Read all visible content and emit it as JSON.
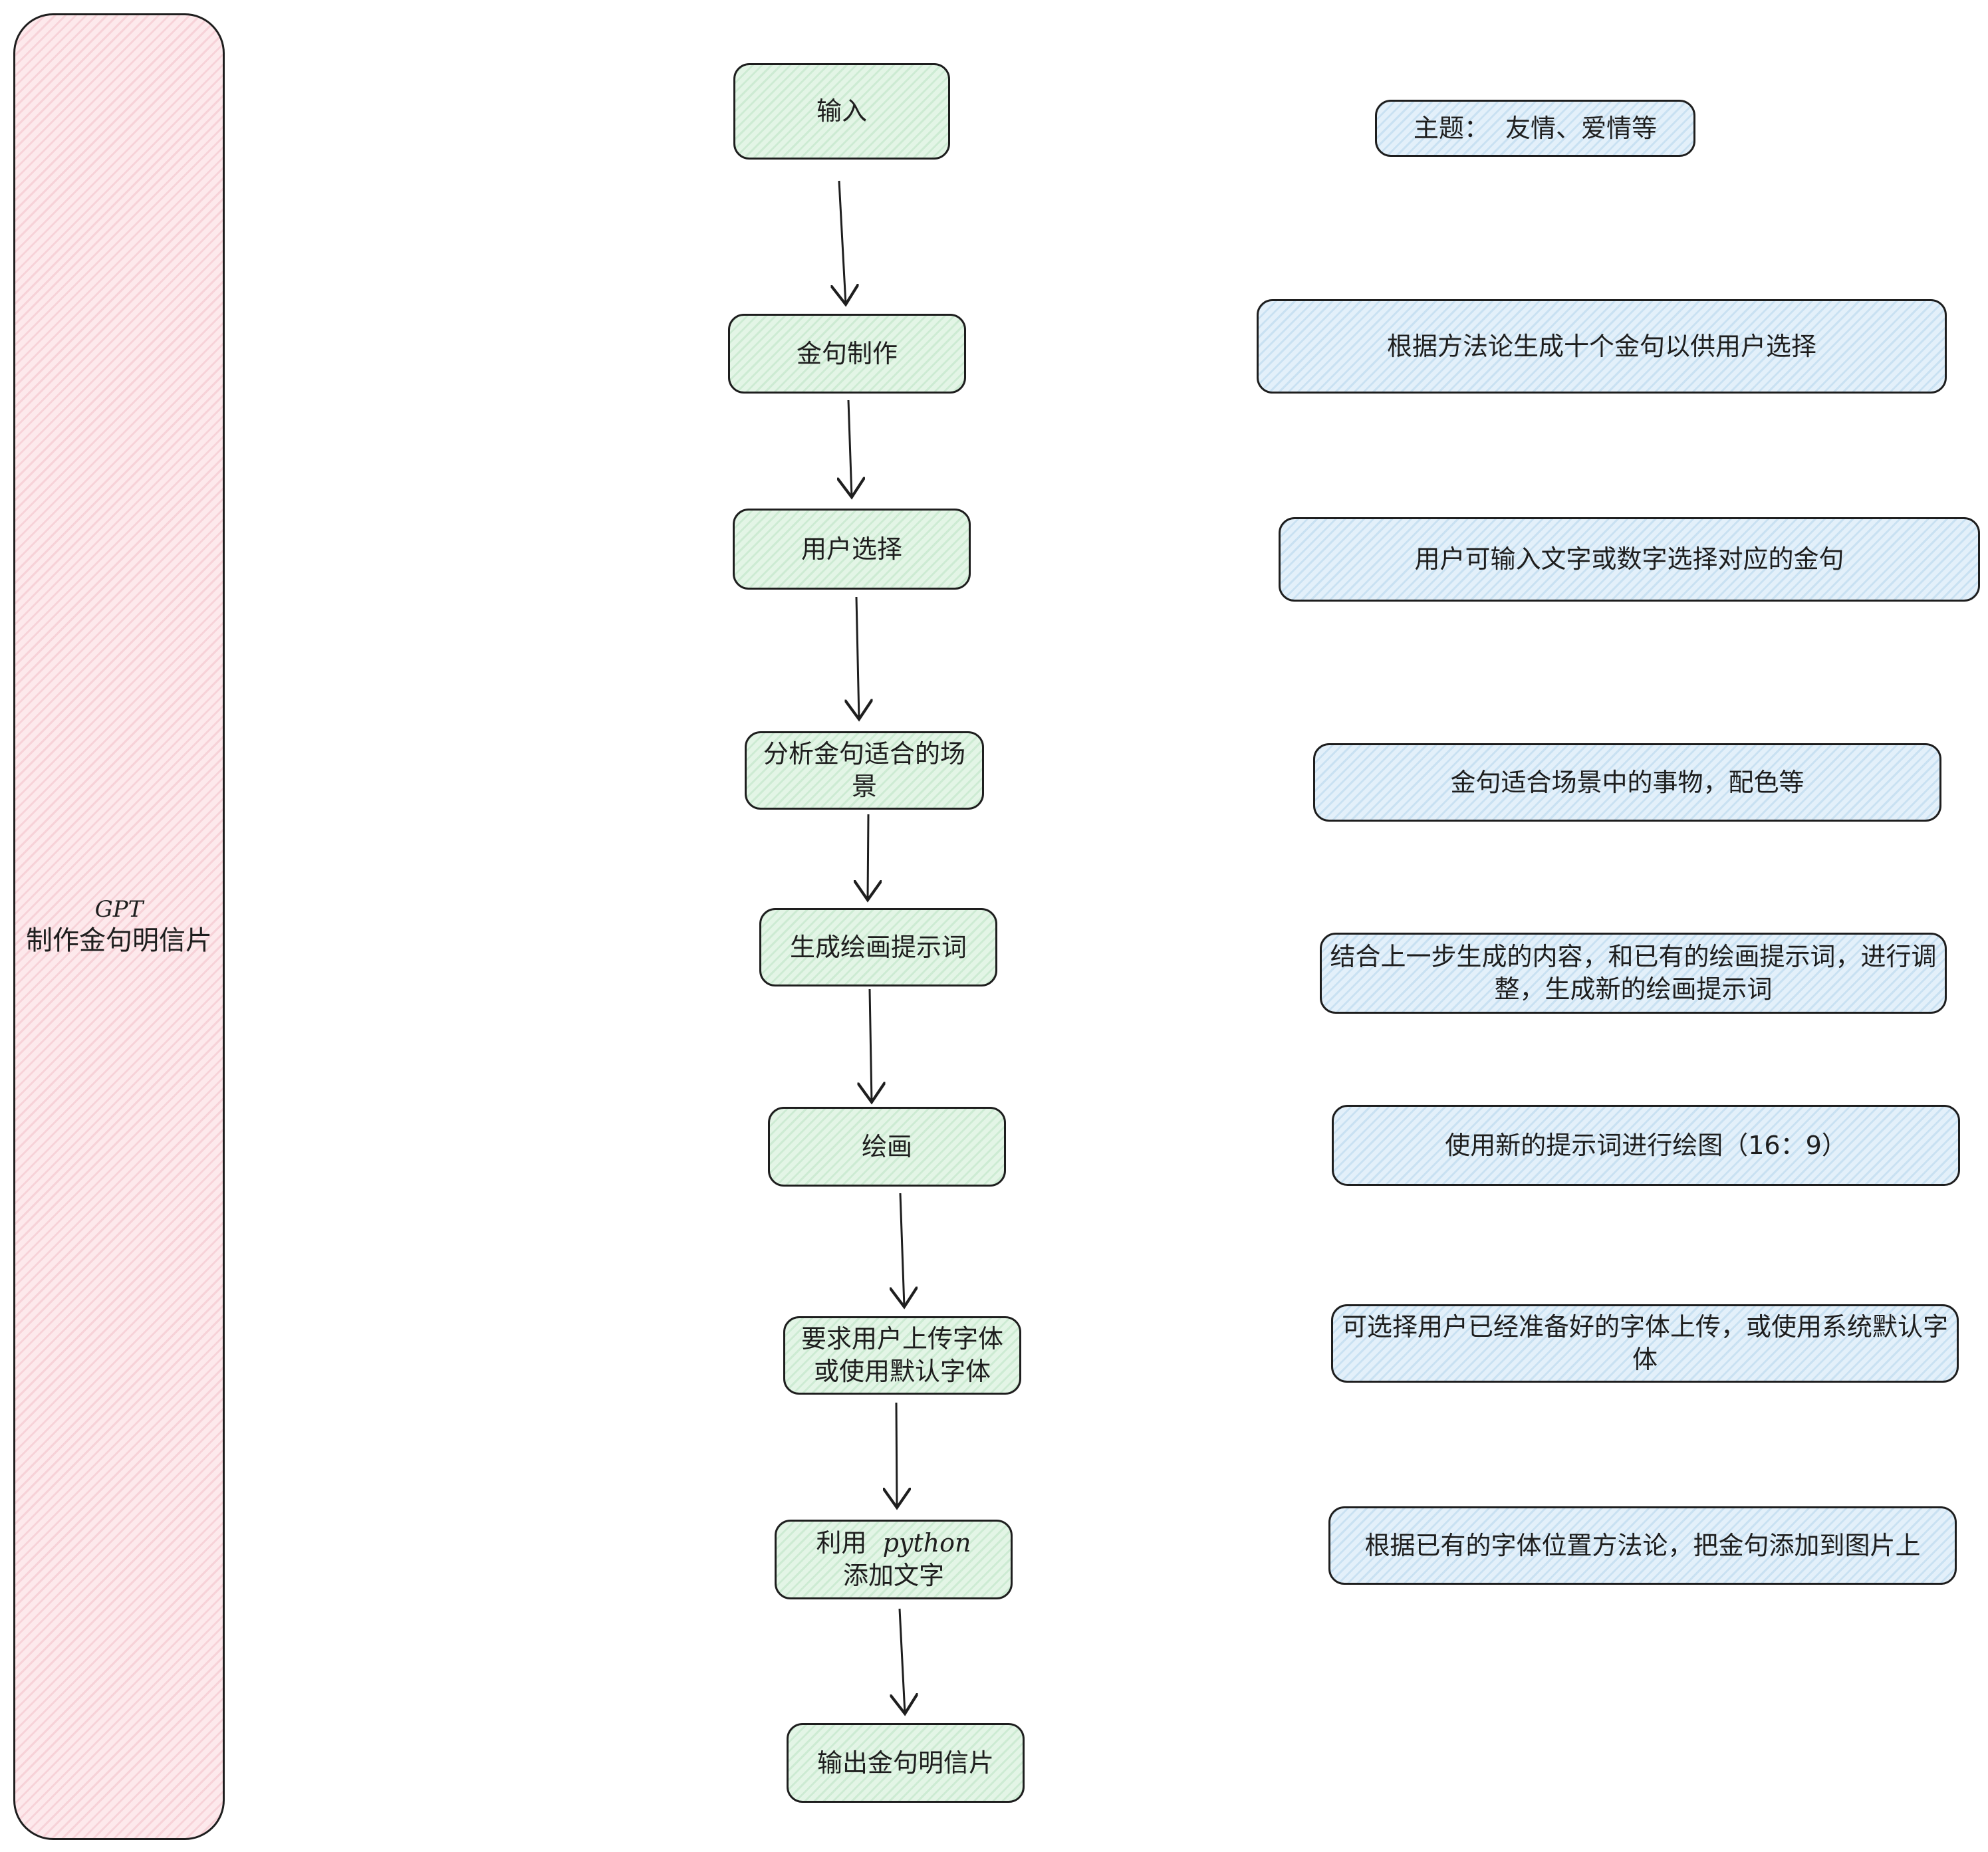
{
  "swimlane": {
    "line1": "GPT",
    "line2": "制作金句明信片",
    "fill": "#fde9ec"
  },
  "steps": [
    {
      "label": "输入"
    },
    {
      "label": "金句制作"
    },
    {
      "label": "用户选择"
    },
    {
      "label": "分析金句适合的场景"
    },
    {
      "label": "生成绘画提示词"
    },
    {
      "label": "绘画"
    },
    {
      "label": "要求用户上传字体或使用默认字体"
    },
    {
      "prefix": "利用",
      "code": "python",
      "rest": "添加文字"
    },
    {
      "label": "输出金句明信片"
    }
  ],
  "notes": [
    {
      "label": "主题：  友情、爱情等"
    },
    {
      "label": "根据方法论生成十个金句以供用户选择"
    },
    {
      "label": "用户可输入文字或数字选择对应的金句"
    },
    {
      "label": "金句适合场景中的事物，配色等"
    },
    {
      "label": "结合上一步生成的内容，和已有的绘画提示词，进行调整，生成新的绘画提示词"
    },
    {
      "label": "使用新的提示词进行绘图（16：9）"
    },
    {
      "label": "可选择用户已经准备好的字体上传，或使用系统默认字体"
    },
    {
      "label": "根据已有的字体位置方法论，把金句添加到图片上"
    }
  ],
  "colors": {
    "step_fill": "#e3f5e6",
    "note_fill": "#e3f0fa",
    "stroke": "#1e1e1e"
  }
}
